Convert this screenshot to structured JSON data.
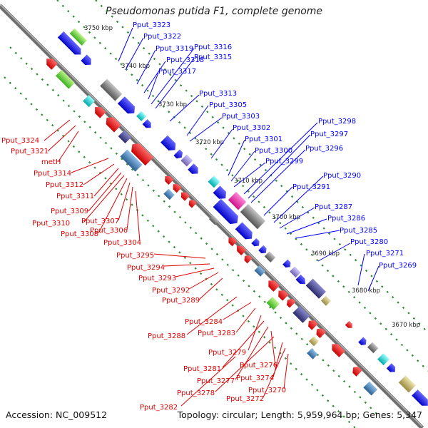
{
  "title": "Pseudomonas putida F1, complete genome",
  "footer": {
    "accession": "Accession: NC_009512",
    "topology": "Topology: circular; Length: 5,959,964 bp; Genes: 5,347"
  },
  "colors": {
    "forward_label": "#0000ff",
    "reverse_label": "#dd0000",
    "backbone": "#777777",
    "track_dots": "#2e8b2e"
  },
  "kbp_ticks": [
    "3750 kbp",
    "3740 kbp",
    "3730 kbp",
    "3720 kbp",
    "3710 kbp",
    "3700 kbp",
    "3690 kbp",
    "3680 kbp",
    "3670 kbp"
  ],
  "forward_labels": [
    "Pput_3323",
    "Pput_3322",
    "Pput_3319",
    "Pput_3318",
    "Pput_3317",
    "Pput_3316",
    "Pput_3315",
    "Pput_3313",
    "Pput_3305",
    "Pput_3303",
    "Pput_3302",
    "Pput_3301",
    "Pput_3300",
    "Pput_3299",
    "Pput_3298",
    "Pput_3297",
    "Pput_3296",
    "Pput_3291",
    "Pput_3290",
    "Pput_3287",
    "Pput_3286",
    "Pput_3285",
    "Pput_3280",
    "Pput_3271",
    "Pput_3269"
  ],
  "reverse_labels": [
    "Pput_3324",
    "Pput_3321",
    "metH",
    "Pput_3314",
    "Pput_3312",
    "Pput_3311",
    "Pput_3309",
    "Pput_3310",
    "Pput_3308",
    "Pput_3307",
    "Pput_3306",
    "Pput_3304",
    "Pput_3295",
    "Pput_3294",
    "Pput_3293",
    "Pput_3292",
    "Pput_3289",
    "Pput_3288",
    "Pput_3284",
    "Pput_3283",
    "Pput_3279",
    "Pput_3281",
    "Pput_3277",
    "Pput_3276",
    "Pput_3278",
    "Pput_3274",
    "Pput_3282",
    "Pput_3272",
    "Pput_3270"
  ]
}
